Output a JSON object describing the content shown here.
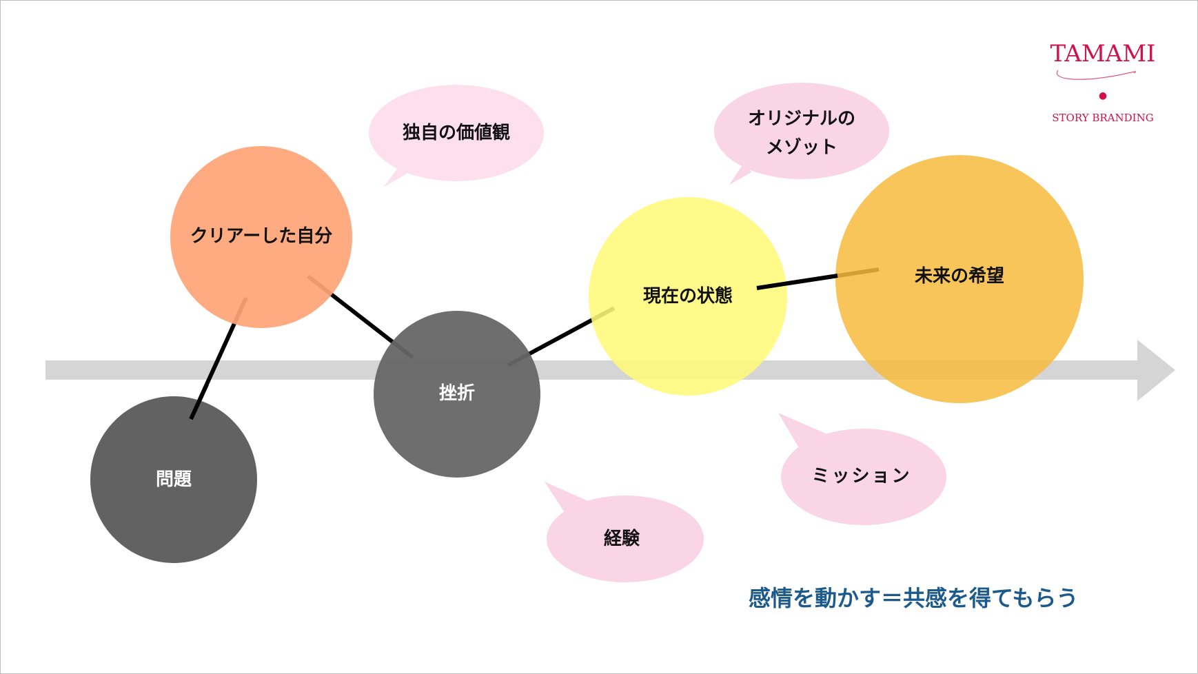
{
  "nodes": {
    "problem": "問題",
    "cleared_self": "クリアーした自分",
    "setback": "挫折",
    "current_state": "現在の状態",
    "future_hope": "未来の希望"
  },
  "bubbles": {
    "unique_values": "独自の価値観",
    "original_method_line1": "オリジナルの",
    "original_method_line2": "メゾット",
    "mission": "ミッション",
    "experience": "経験"
  },
  "tagline": "感情を動かす＝共感を得てもらう",
  "logo": {
    "name": "TAMAMI",
    "subtitle": "STORY BRANDING"
  },
  "colors": {
    "orange": "#FFA577",
    "dark": "#606060",
    "yellow": "#FFF97F",
    "gold": "#F7C250",
    "bubble": "#F9D5E5",
    "tagline": "#1D5A8C",
    "logo": "#D0124A"
  }
}
